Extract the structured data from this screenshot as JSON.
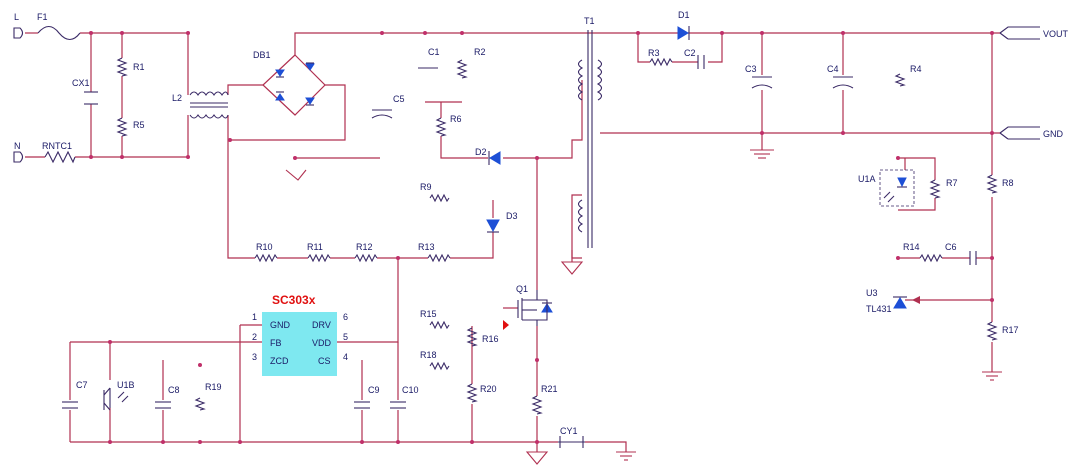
{
  "chip": {
    "title": "SC303x",
    "pins_left": [
      {
        "num": "1",
        "name": "GND"
      },
      {
        "num": "2",
        "name": "FB"
      },
      {
        "num": "3",
        "name": "ZCD"
      }
    ],
    "pins_right": [
      {
        "num": "6",
        "name": "DRV"
      },
      {
        "num": "5",
        "name": "VDD"
      },
      {
        "num": "4",
        "name": "CS"
      }
    ]
  },
  "ports": {
    "l": "L",
    "n": "N",
    "vout": "VOUT",
    "gnd": "GND"
  },
  "components": {
    "f1": "F1",
    "rntc1": "RNTC1",
    "cx1": "CX1",
    "r1": "R1",
    "r5": "R5",
    "l2": "L2",
    "db1": "DB1",
    "c1": "C1",
    "r2": "R2",
    "c5": "C5",
    "r6": "R6",
    "d2": "D2",
    "r9": "R9",
    "d3": "D3",
    "t1": "T1",
    "d1": "D1",
    "r3": "R3",
    "c2": "C2",
    "c3": "C3",
    "c4": "C4",
    "r4": "R4",
    "r10": "R10",
    "r11": "R11",
    "r12": "R12",
    "r13": "R13",
    "q1": "Q1",
    "r15": "R15",
    "r16": "R16",
    "r18": "R18",
    "r20": "R20",
    "r21": "R21",
    "cy1": "CY1",
    "c7": "C7",
    "u1b": "U1B",
    "c8": "C8",
    "r19": "R19",
    "c9": "C9",
    "c10": "C10",
    "u1a": "U1A",
    "r7": "R7",
    "r8": "R8",
    "r14": "R14",
    "c6": "C6",
    "u3": "U3",
    "u3_part": "TL431",
    "r17": "R17"
  },
  "colors": {
    "wire": "#b03050",
    "accent": "#1d4fd6",
    "chip": "#7ee8f0",
    "title": "#e01010"
  }
}
